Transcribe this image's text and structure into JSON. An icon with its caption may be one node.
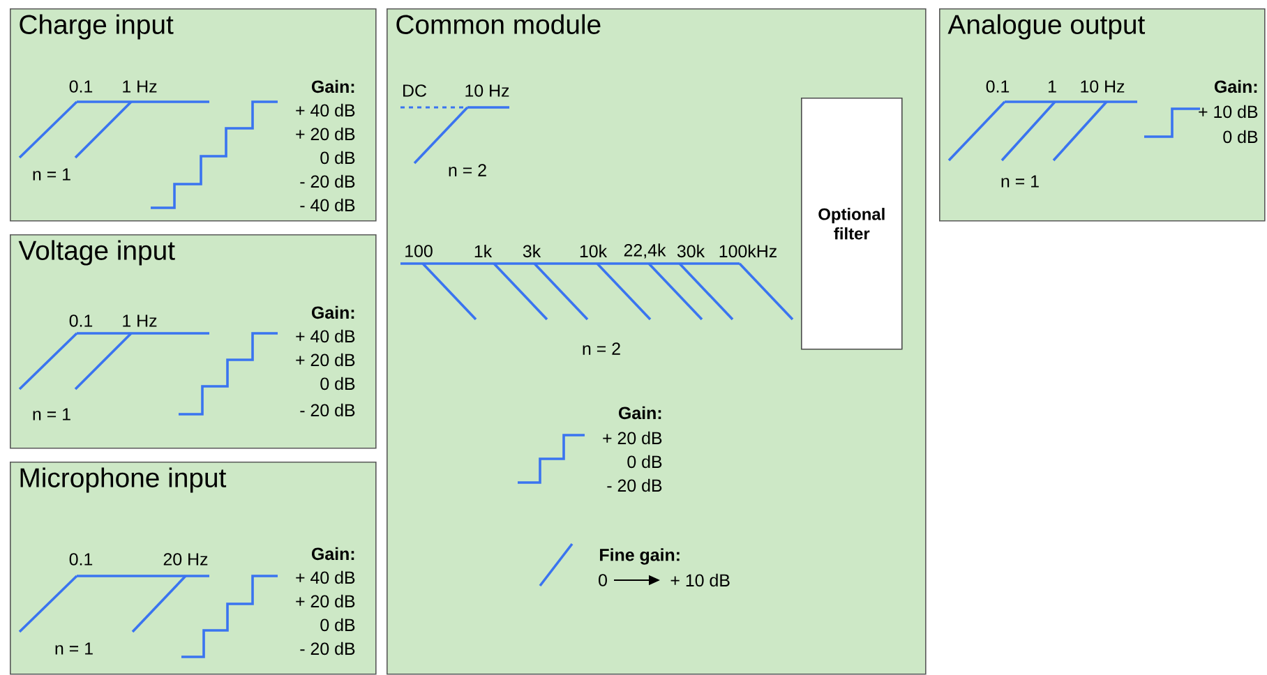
{
  "diagram": {
    "nodes": [
      {
        "text": [
          "Charge input"
        ]
      },
      {
        "text": [
          "Voltage input"
        ]
      },
      {
        "text": [
          "Microphone input"
        ]
      },
      {
        "text": [
          "Common module"
        ]
      },
      {
        "text": [
          "Optional filter"
        ],
        "in": 3
      },
      {
        "text": [
          "Analogue output"
        ]
      }
    ],
    "labels": [
      "0.1",
      "1 Hz",
      "n = 1",
      "Gain:",
      "+ 40 dB",
      "+ 20 dB",
      "0 dB",
      "- 20 dB",
      "- 40 dB",
      "0.1",
      "1 Hz",
      "n = 1",
      "Gain:",
      "+ 40 dB",
      "+ 20 dB",
      "0 dB",
      "- 20 dB",
      "0.1",
      "20 Hz",
      "n = 1",
      "Gain:",
      "+ 40 dB",
      "+ 20 dB",
      "0 dB",
      "- 20 dB",
      "DC",
      "10 Hz",
      "n = 2",
      "100",
      "1k",
      "3k",
      "10k",
      "22,4k",
      "30k",
      "100kHz",
      "n = 2",
      "Gain:",
      "+ 20 dB",
      "0 dB",
      "- 20 dB",
      "Fine gain:",
      "0",
      "+ 10 dB",
      "0.1",
      "1",
      "10 Hz",
      "n = 1",
      "Gain:",
      "+ 10 dB",
      "0 dB"
    ]
  }
}
